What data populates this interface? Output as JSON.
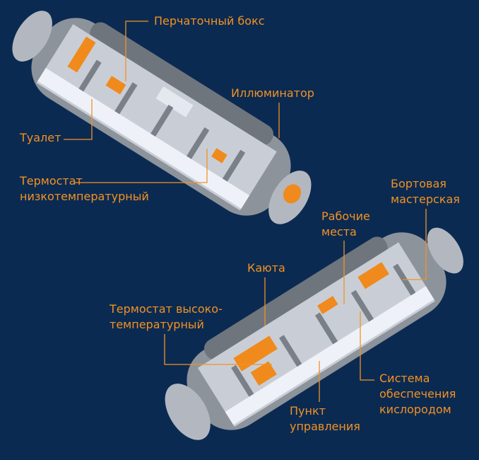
{
  "colors": {
    "background": "#0b2a52",
    "accent": "#f29222",
    "hull": "#9aa0a8",
    "interior": "#d9dee6"
  },
  "labels": {
    "glovebox": "Перчаточный бокс",
    "porthole": "Иллюминатор",
    "toilet": "Туалет",
    "thermostat_low_1": "Термостат",
    "thermostat_low_2": "низкотемпературный",
    "workshop_1": "Бортовая",
    "workshop_2": "мастерская",
    "workplaces_1": "Рабочие",
    "workplaces_2": "места",
    "cabin": "Каюта",
    "thermostat_high_1": "Термостат высоко-",
    "thermostat_high_2": "температурный",
    "oxygen_1": "Система",
    "oxygen_2": "обеспечения",
    "oxygen_3": "кислородом",
    "control_1": "Пункт",
    "control_2": "управления"
  }
}
